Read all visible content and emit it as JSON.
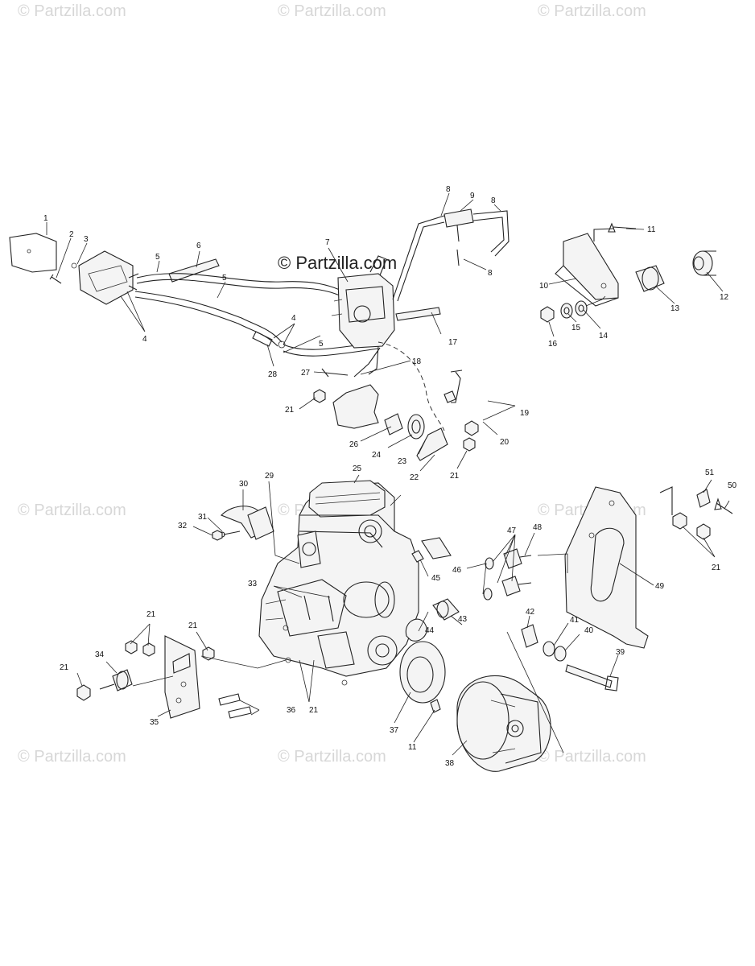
{
  "watermark": "© Partzilla.com",
  "brand_mark": "© Partzilla.com",
  "callouts": [
    "1",
    "2",
    "3",
    "4",
    "5",
    "6",
    "7",
    "8",
    "9",
    "10",
    "11",
    "12",
    "13",
    "14",
    "15",
    "16",
    "17",
    "18",
    "19",
    "20",
    "21",
    "22",
    "23",
    "24",
    "25",
    "26",
    "27",
    "28",
    "29",
    "30",
    "31",
    "32",
    "33",
    "34",
    "35",
    "36",
    "37",
    "38",
    "39",
    "40",
    "41",
    "42",
    "43",
    "44",
    "45",
    "46",
    "47",
    "48",
    "49",
    "50",
    "51"
  ],
  "colors": {
    "ink": "#222222",
    "watermark": "#d7d7d7",
    "background": "#ffffff"
  }
}
